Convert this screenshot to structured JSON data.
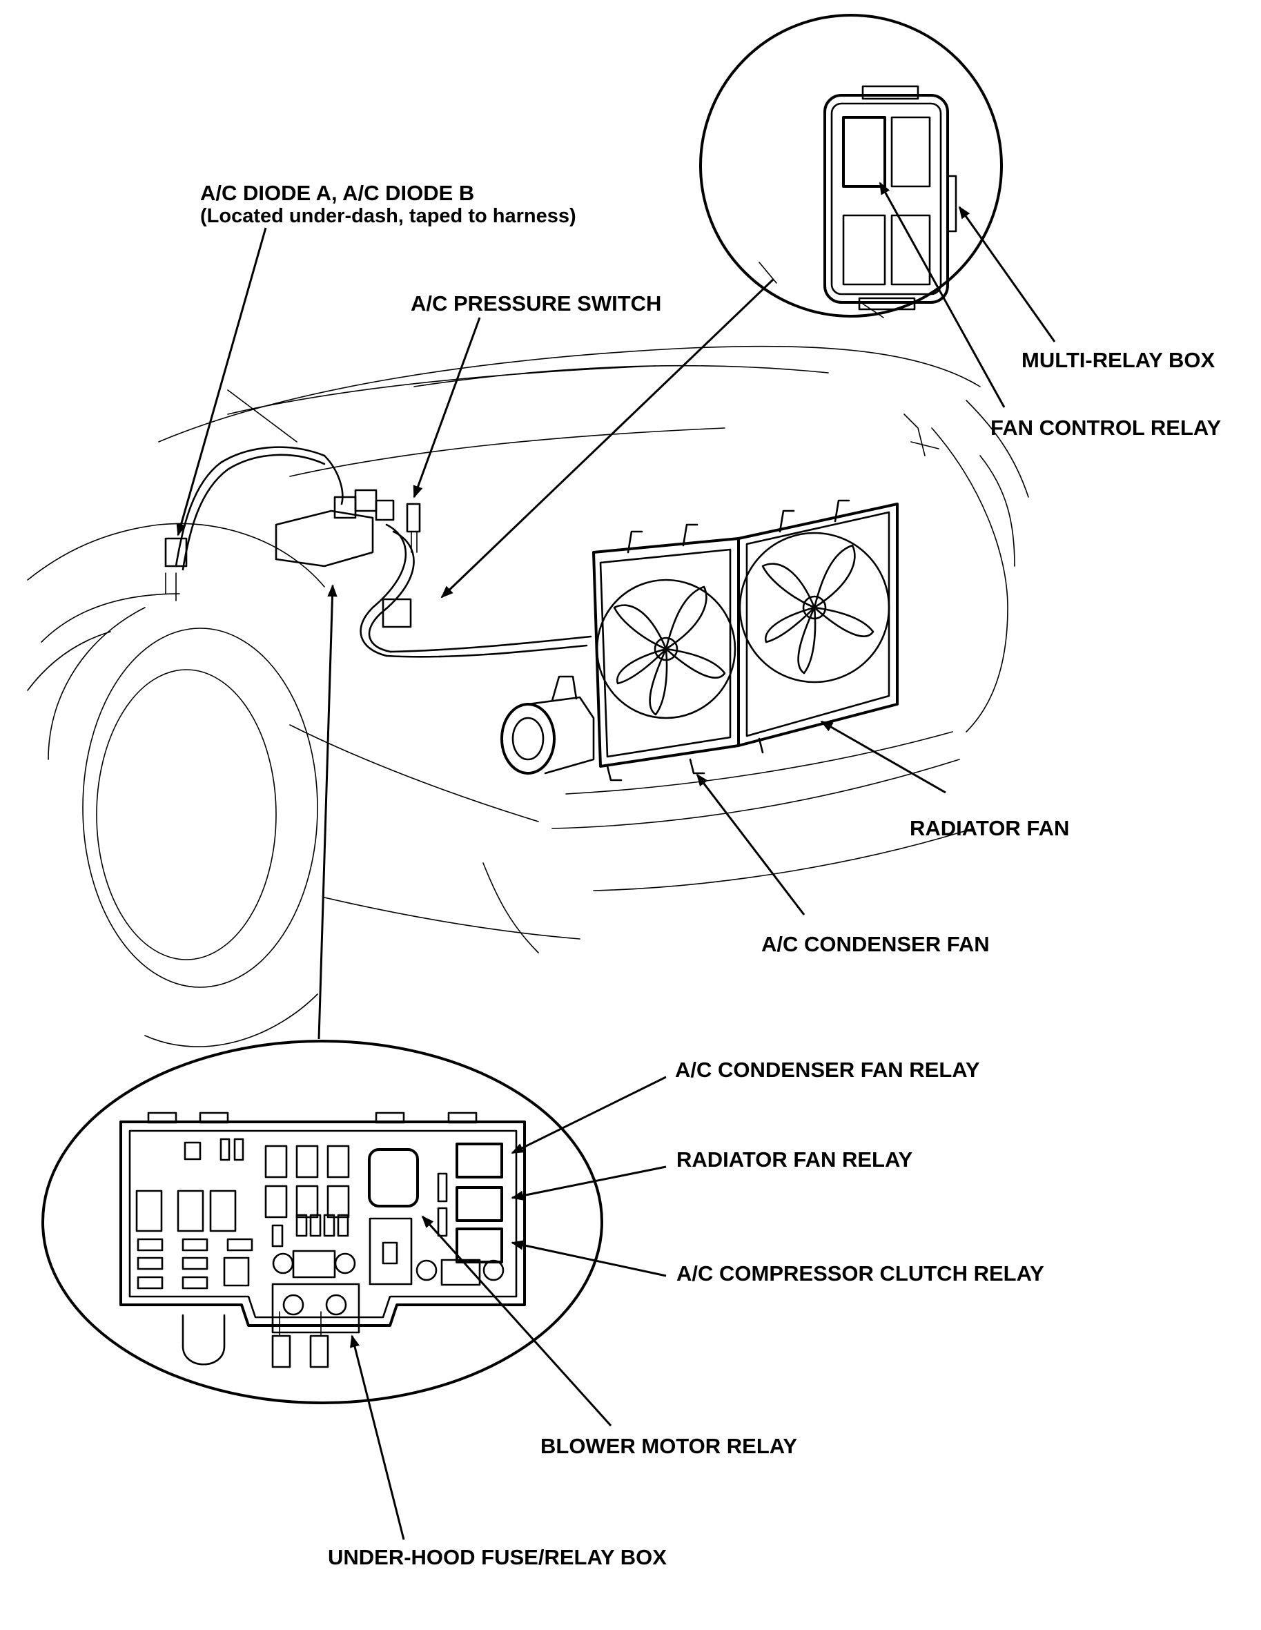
{
  "labels": {
    "ac_diode_title": "A/C DIODE A, A/C DIODE B",
    "ac_diode_note": "(Located under-dash, taped to harness)",
    "ac_pressure_switch": "A/C PRESSURE SWITCH",
    "multi_relay_box": "MULTI-RELAY BOX",
    "fan_control_relay": "FAN CONTROL RELAY",
    "radiator_fan": "RADIATOR FAN",
    "ac_condenser_fan": "A/C CONDENSER FAN",
    "ac_condenser_fan_relay": "A/C CONDENSER FAN RELAY",
    "radiator_fan_relay": "RADIATOR FAN RELAY",
    "ac_compressor_clutch_relay": "A/C COMPRESSOR CLUTCH RELAY",
    "blower_motor_relay": "BLOWER MOTOR RELAY",
    "under_hood_fuse_relay_box": "UNDER-HOOD FUSE/RELAY BOX"
  }
}
